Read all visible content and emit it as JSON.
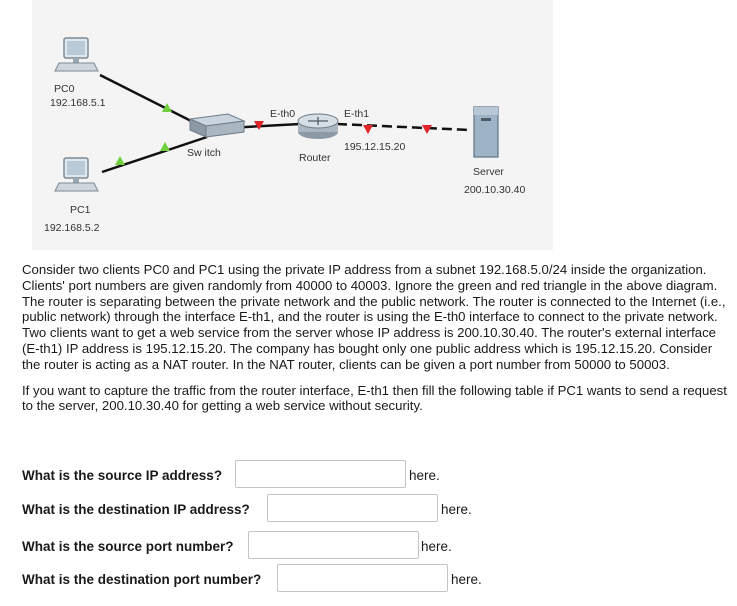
{
  "diagram": {
    "pc0": {
      "name": "PC0",
      "ip": "192.168.5.1"
    },
    "pc1": {
      "name": "PC1",
      "ip": "192.168.5.2"
    },
    "switch": {
      "name": "Sw itch"
    },
    "router": {
      "name": "Router",
      "eth0": "E-th0",
      "eth1": "E-th1",
      "eth1_ip": "195.12.15.20"
    },
    "server": {
      "name": "Server",
      "ip": "200.10.30.40"
    },
    "colors": {
      "link_up": "#6fcf3f",
      "link_down": "#e0242a"
    }
  },
  "text": {
    "paragraph1": "Consider two clients PC0 and PC1 using the private IP address from a subnet 192.168.5.0/24 inside the organization. Clients' port numbers are given randomly from 40000 to 40003. Ignore the green and red triangle in the above diagram. The router is separating between the private network and the public network. The router is connected to the Internet (i.e., public network) through the interface E-th1, and the router is using the E-th0 interface to connect to the private network. Two clients want to get a web service from the server whose IP address is 200.10.30.40. The router's external interface (E-th1) IP address is 195.12.15.20. The company has bought only one public address which is 195.12.15.20. Consider the router is acting as a NAT router. In the NAT router, clients can be given a port number from 50000 to 50003.",
    "paragraph2": "If you want to capture the traffic from the router interface, E-th1 then fill the following table if PC1 wants to send a request to the server, 200.10.30.40 for getting a web service without security."
  },
  "questions": [
    {
      "label": "What is the source IP address?",
      "value": "",
      "suffix": "here."
    },
    {
      "label": "What is the destination IP address?",
      "value": "",
      "suffix": "here."
    },
    {
      "label": "What is the source port number?",
      "value": "",
      "suffix": "here."
    },
    {
      "label": "What is the destination port number?",
      "value": "",
      "suffix": "here."
    }
  ]
}
